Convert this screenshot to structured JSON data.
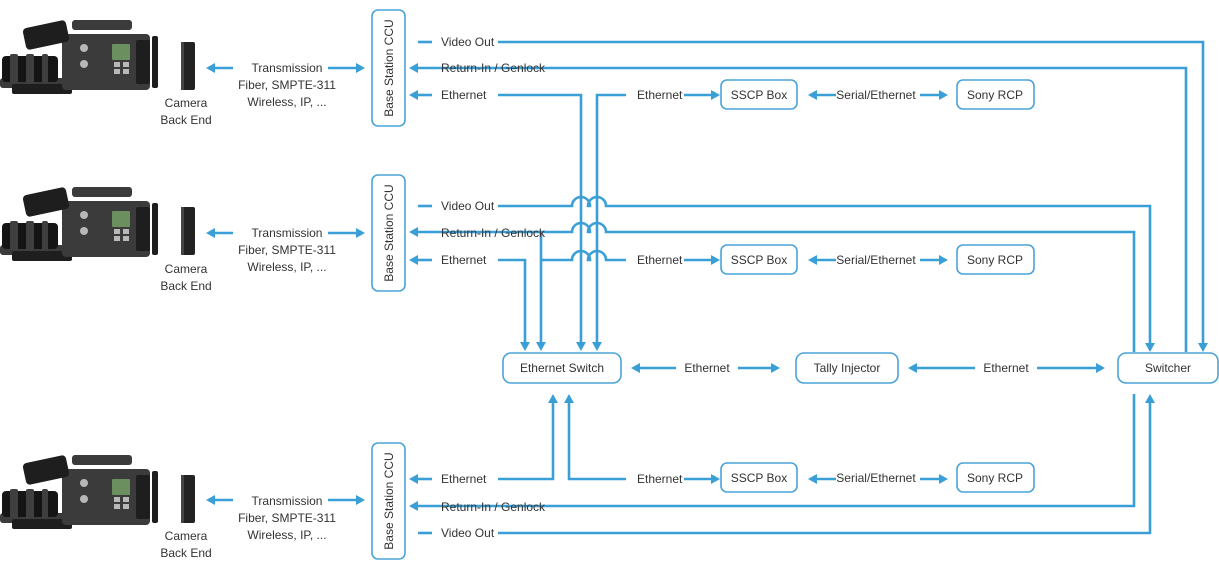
{
  "colors": {
    "line": "#3a9fd6",
    "box_border": "#4aa3d8",
    "text": "#333333"
  },
  "camera_rows": [
    {
      "camera_icon": "cinema-camera",
      "back_end_label": [
        "Camera",
        "Back End"
      ],
      "transmission_label": [
        "Transmission",
        "Fiber, SMPTE-311",
        "Wireless, IP, ..."
      ],
      "ccu_label": "Base Station CCU",
      "signals": [
        "Video Out",
        "Return-In / Genlock",
        "Ethernet"
      ],
      "ethernet_right": "Ethernet",
      "sscp_box": "SSCP Box",
      "serial_label": "Serial/Ethernet",
      "rcp_box": "Sony RCP"
    },
    {
      "camera_icon": "cinema-camera",
      "back_end_label": [
        "Camera",
        "Back End"
      ],
      "transmission_label": [
        "Transmission",
        "Fiber, SMPTE-311",
        "Wireless, IP, ..."
      ],
      "ccu_label": "Base Station CCU",
      "signals": [
        "Video Out",
        "Return-In / Genlock",
        "Ethernet"
      ],
      "ethernet_right": "Ethernet",
      "sscp_box": "SSCP Box",
      "serial_label": "Serial/Ethernet",
      "rcp_box": "Sony RCP"
    },
    {
      "camera_icon": "cinema-camera",
      "back_end_label": [
        "Camera",
        "Back End"
      ],
      "transmission_label": [
        "Transmission",
        "Fiber, SMPTE-311",
        "Wireless, IP, ..."
      ],
      "ccu_label": "Base Station CCU",
      "signals": [
        "Ethernet",
        "Return-In / Genlock",
        "Video Out"
      ],
      "ethernet_right": "Ethernet",
      "sscp_box": "SSCP Box",
      "serial_label": "Serial/Ethernet",
      "rcp_box": "Sony RCP"
    }
  ],
  "hub": {
    "ethernet_switch": "Ethernet Switch",
    "switch_to_tally_label": "Ethernet",
    "tally_injector": "Tally Injector",
    "tally_to_switcher_label": "Ethernet",
    "switcher": "Switcher"
  }
}
